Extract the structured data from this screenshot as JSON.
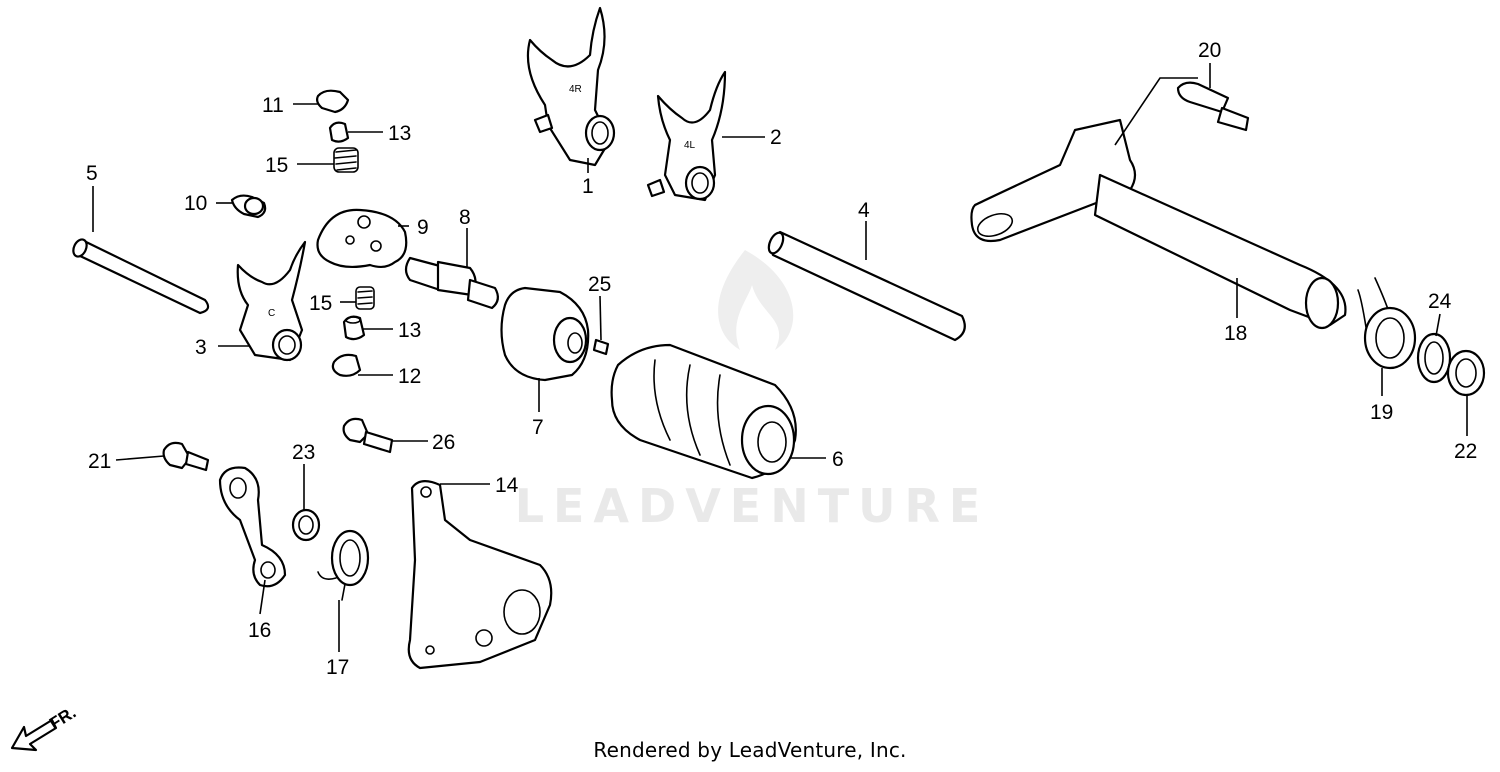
{
  "watermark": {
    "brand": "LEADVENTURE"
  },
  "callouts": [
    "1",
    "2",
    "3",
    "4",
    "5",
    "6",
    "7",
    "8",
    "9",
    "10",
    "11",
    "12",
    "13",
    "13",
    "14",
    "15",
    "15",
    "16",
    "17",
    "18",
    "19",
    "20",
    "21",
    "22",
    "23",
    "24",
    "25",
    "26"
  ],
  "part_stamps": {
    "fork_1": "4R",
    "fork_2": "4L",
    "fork_3": "C"
  },
  "direction_indicator": {
    "label": "FR."
  },
  "footer": {
    "credit": "Rendered by LeadVenture, Inc."
  }
}
